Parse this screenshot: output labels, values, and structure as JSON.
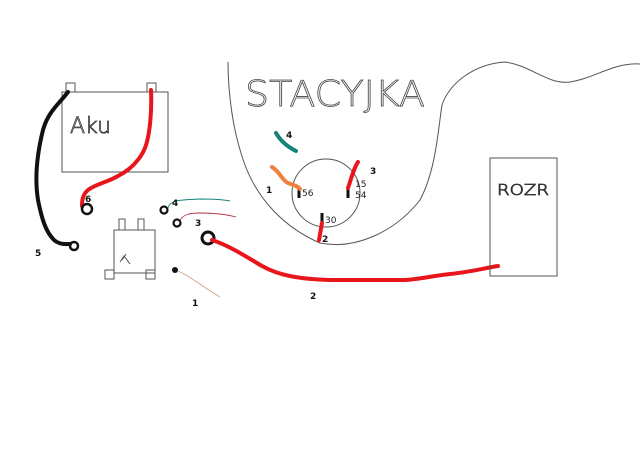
{
  "labels": {
    "ignition": "STACYJKA",
    "battery": "Aku",
    "starter": "ROZR",
    "t56": "56",
    "t15": "15",
    "t54": "54",
    "t30": "30"
  },
  "wire_numbers": {
    "ign_1": "1",
    "ign_2": "2",
    "ign_3": "3",
    "ign_4": "4",
    "relay_1": "1",
    "relay_3": "3",
    "relay_4": "4",
    "main_2": "2",
    "batt_5": "5",
    "batt_6": "6"
  },
  "colors": {
    "red": "#e8161b",
    "black": "#111111",
    "orange": "#f08040",
    "teal": "#14837a",
    "outline": "#555555"
  }
}
